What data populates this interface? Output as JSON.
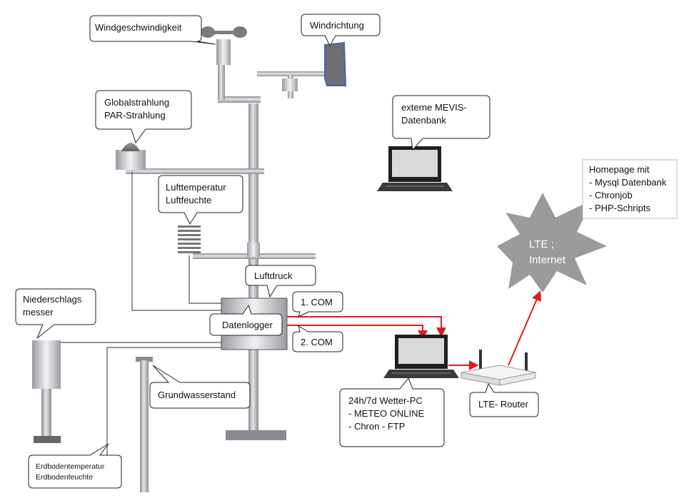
{
  "labels": {
    "windgeschwindigkeit": "Windgeschwindigkeit",
    "windrichtung": "Windrichtung",
    "globalstrahlung_1": "Globalstrahlung",
    "globalstrahlung_2": "PAR-Strahlung",
    "externe_mevis_1": "externe MEVIS-",
    "externe_mevis_2": "Datenbank",
    "lufttemperatur_1": "Lufttemperatur",
    "lufttemperatur_2": "Luftfeuchte",
    "luftdruck": "Luftdruck",
    "niederschlag_1": "Niederschlags",
    "niederschlag_2": "messer",
    "datenlogger": "Datenlogger",
    "com1": "1. COM",
    "com2": "2. COM",
    "grundwasserstand": "Grundwasserstand",
    "wetterpc_1": "24h/7d Wetter-PC",
    "wetterpc_2": "- METEO ONLINE",
    "wetterpc_3": "- Chron - FTP",
    "router": "LTE- Router",
    "erdboden_1": "Erdbodentemperatur",
    "erdboden_2": "Erdbodenfeuchte",
    "internet_1": "LTE ;",
    "internet_2": "Internet",
    "homepage_1": "Homepage mit",
    "homepage_2": "- Mysql Datenbank",
    "homepage_3": "- Chronjob",
    "homepage_4": "- PHP-Schripts"
  },
  "colors": {
    "connection_red": "#e31a1c",
    "wire_gray": "#555555",
    "pole_gray": "#a9a9b0",
    "burst_fill": "#9b9b9b"
  }
}
